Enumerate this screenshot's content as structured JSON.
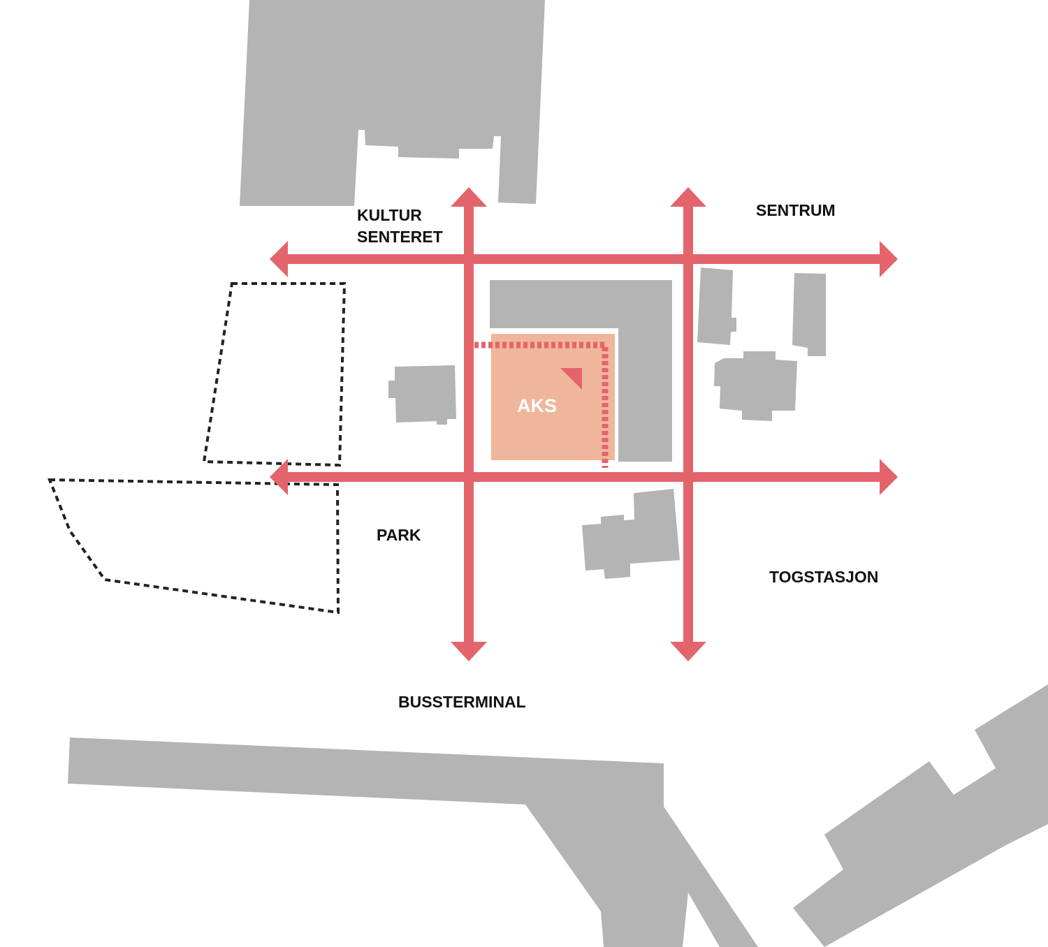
{
  "colors": {
    "building": "#b4b4b4",
    "axis": "#e4646c",
    "site": "#f0b69b",
    "dotted_outline": "#222222",
    "label": "#111111",
    "site_label": "#ffffff"
  },
  "labels": {
    "kultur_line1": "KULTUR",
    "kultur_line2": "SENTERET",
    "sentrum": "SENTRUM",
    "park": "PARK",
    "togstasjon": "TOGSTASJON",
    "bussterminal": "BUSSTERMINAL",
    "aks": "AKS"
  }
}
